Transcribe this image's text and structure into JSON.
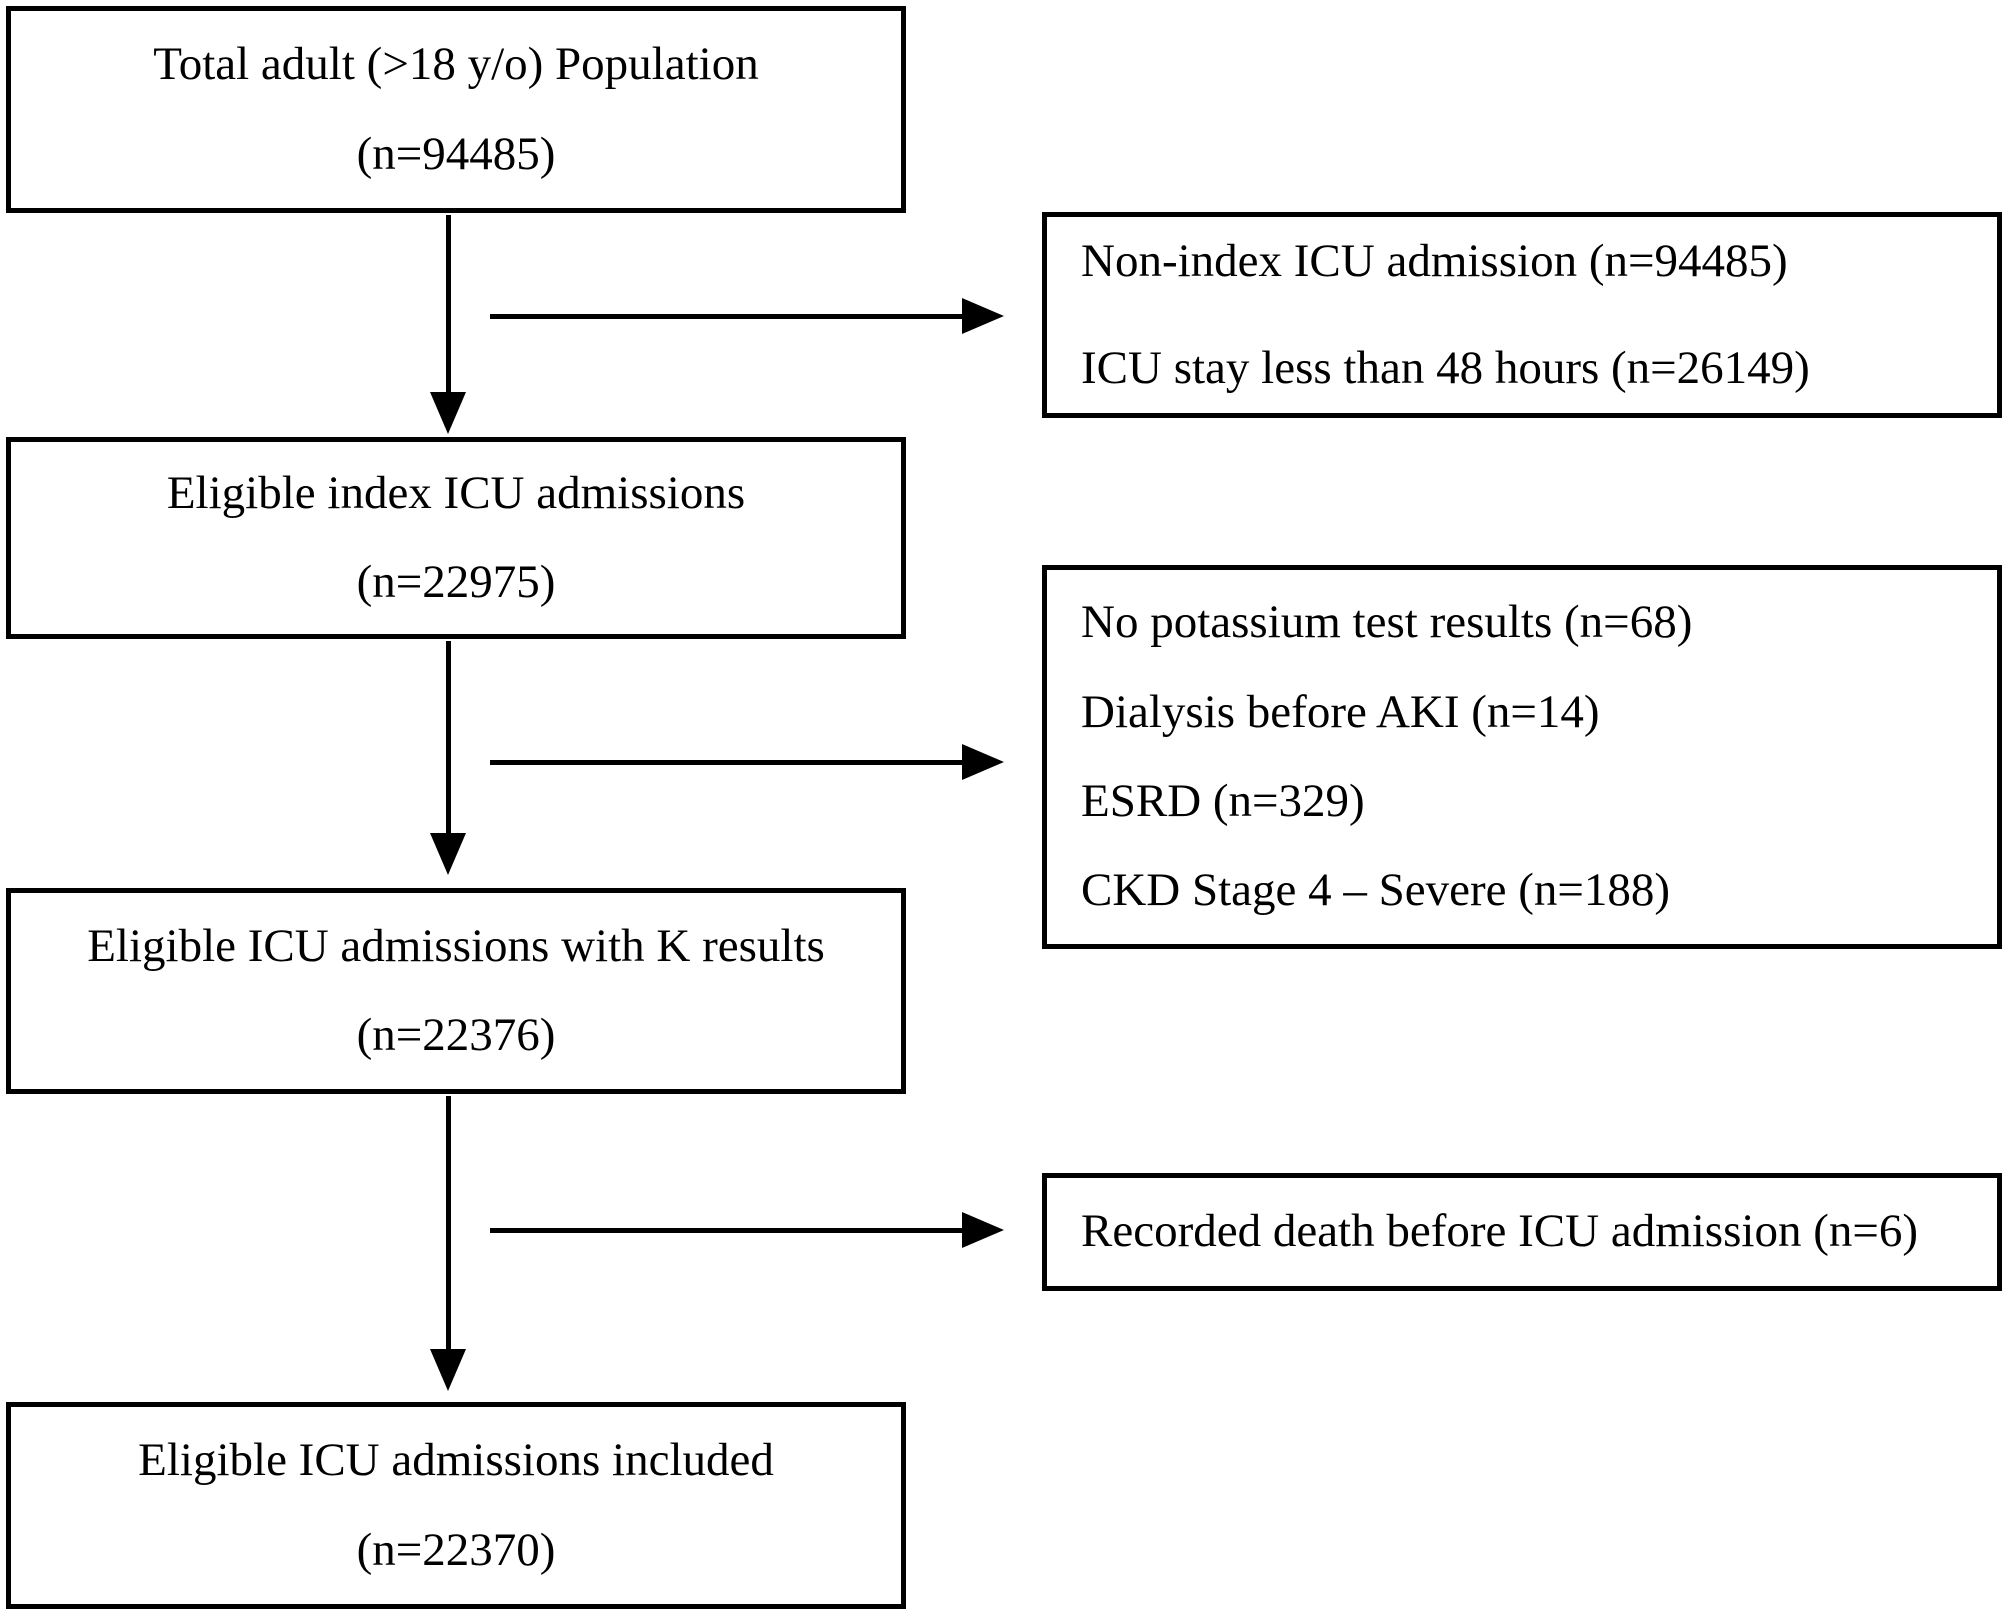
{
  "flowchart": {
    "main_boxes": [
      {
        "label": "Total adult (>18 y/o) Population",
        "count": "(n=94485)"
      },
      {
        "label": "Eligible index ICU admissions",
        "count": "(n=22975)"
      },
      {
        "label": "Eligible ICU admissions with K results",
        "count": "(n=22376)"
      },
      {
        "label": "Eligible ICU admissions included",
        "count": "(n=22370)"
      }
    ],
    "exclusion_boxes": [
      {
        "lines": [
          "Non-index ICU admission (n=94485)",
          "ICU stay less than 48 hours (n=26149)"
        ]
      },
      {
        "lines": [
          "No potassium test results (n=68)",
          "Dialysis before AKI (n=14)",
          "ESRD (n=329)",
          "CKD Stage 4 – Severe (n=188)"
        ]
      },
      {
        "lines": [
          "Recorded death before ICU admission (n=6)"
        ]
      }
    ],
    "colors": {
      "border": "#000000",
      "text": "#000000",
      "background": "#ffffff"
    }
  }
}
